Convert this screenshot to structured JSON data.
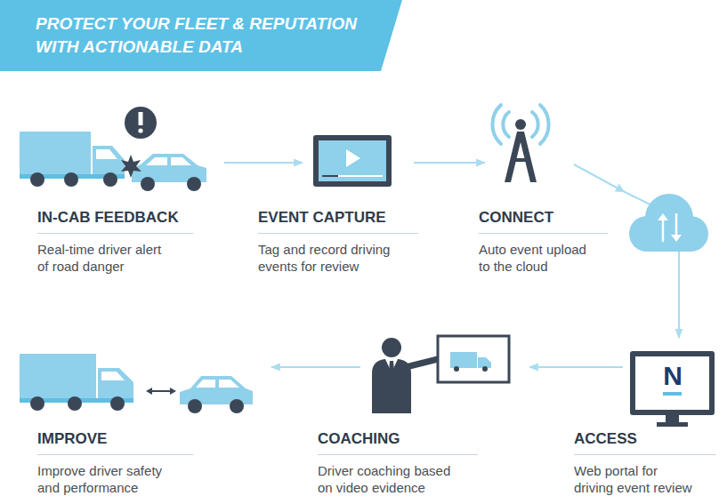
{
  "diagram": {
    "title": "PROTECT YOUR FLEET & REPUTATION WITH ACTIONABLE DATA",
    "nodes": [
      {
        "text": [
          "IN-CAB FEEDBACK",
          "Real-time driver alert of road danger"
        ]
      },
      {
        "text": [
          "EVENT CAPTURE",
          "Tag and record driving events for review"
        ]
      },
      {
        "text": [
          "CONNECT",
          "Auto event upload to the cloud"
        ]
      },
      {
        "text": [
          "IMPROVE",
          "Improve driver safety and performance"
        ]
      },
      {
        "text": [
          "COACHING",
          "Driver coaching based on video evidence"
        ]
      },
      {
        "text": [
          "ACCESS",
          "Web portal for driving event review"
        ]
      }
    ],
    "edges": [
      {
        "from": 0,
        "to": 1,
        "arrow": "to"
      },
      {
        "from": 1,
        "to": 2,
        "arrow": "to"
      },
      {
        "from": 2,
        "to": 5,
        "arrow": "to"
      },
      {
        "from": 5,
        "to": 4,
        "arrow": "to"
      },
      {
        "from": 4,
        "to": 3,
        "arrow": "to"
      }
    ],
    "labels": [
      "N"
    ]
  }
}
